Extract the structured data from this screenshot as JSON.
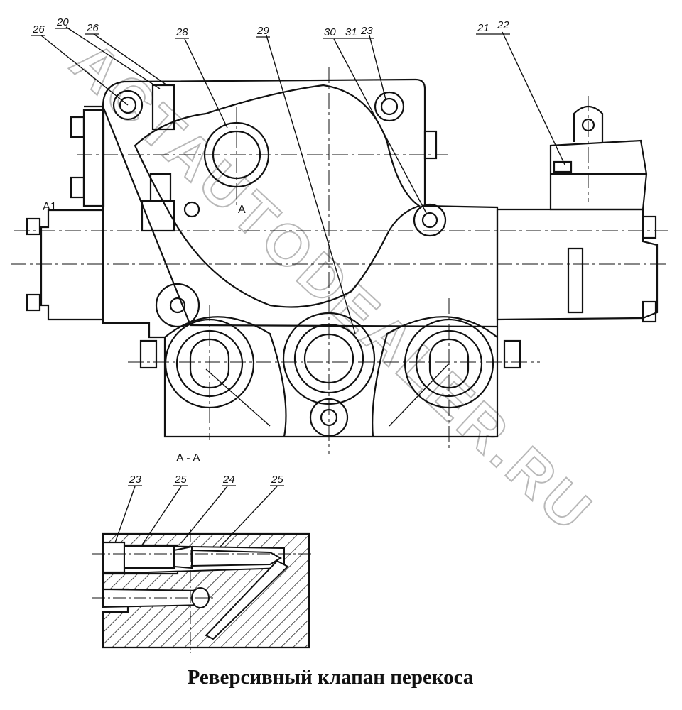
{
  "caption": "Реверсивный клапан перекоса",
  "watermark": "ACTAUTODEALER.RU",
  "section_label": "A - A",
  "view_marks": {
    "a1": "A1",
    "a": "A"
  },
  "callouts": {
    "c26_left": "26",
    "c20": "20",
    "c26_right": "26",
    "c28": "28",
    "c29": "29",
    "c30": "30",
    "c31": "31",
    "c23_top": "23",
    "c21": "21",
    "c22": "22",
    "c23_sec": "23",
    "c25_a": "25",
    "c24": "24",
    "c25_b": "25"
  }
}
